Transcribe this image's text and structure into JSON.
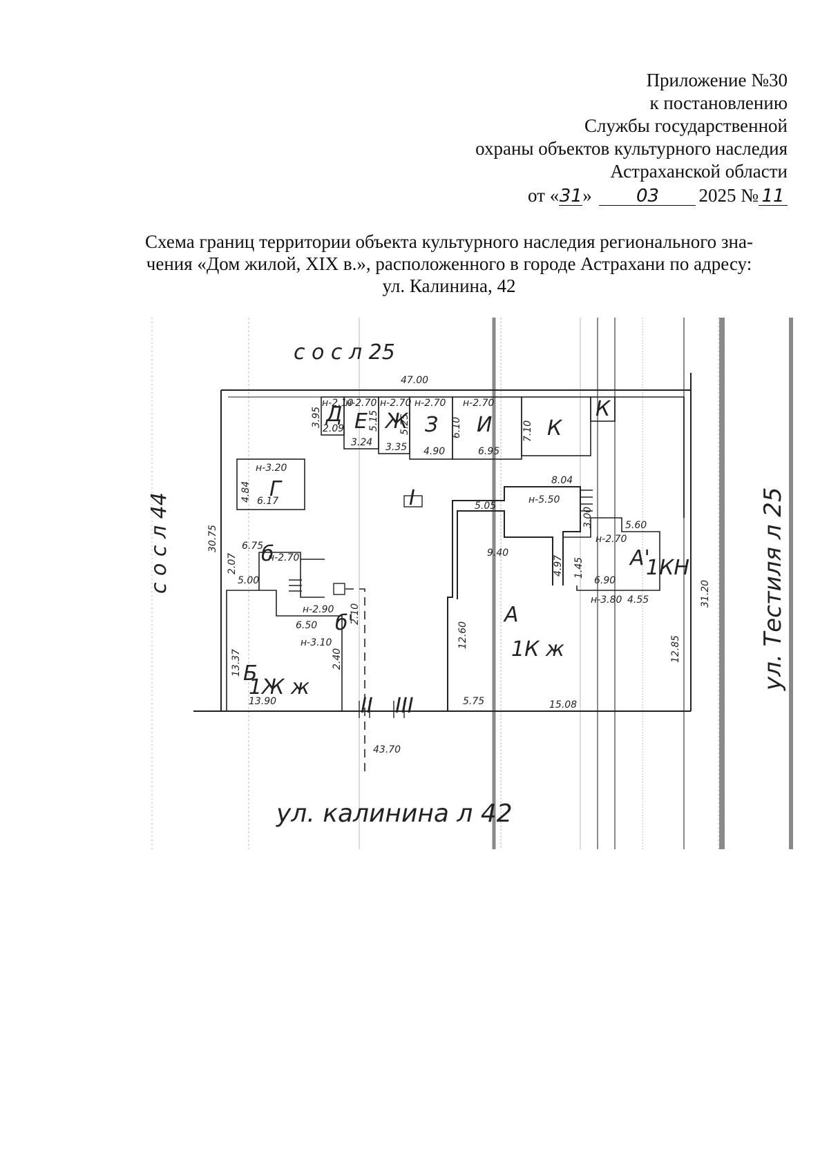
{
  "header": {
    "line1": "Приложение №30",
    "line2": "к постановлению",
    "line3": "Службы государственной",
    "line4": "охраны объектов культурного наследия",
    "line5": "Астраханской области",
    "date_prefix": "от «",
    "date_day": "31",
    "date_mid": "»",
    "date_month": "03",
    "date_year": "2025 №",
    "date_number": "11"
  },
  "title": {
    "line1": "Схема границ территории объекта культурного наследия регионального зна-",
    "line2": "чения «Дом жилой, XIX в.», расположенного в городе Астрахани по адресу:",
    "line3": "ул. Калинина, 42"
  },
  "scheme": {
    "top_neighbor": "с о с л 25",
    "left_neighbor": "с о с л 44",
    "bottom_street": "ул. калинина л 42",
    "right_street": "ул. Тестиля л 25",
    "dims": {
      "top_total": "47.00",
      "left_total": "30.75",
      "right_total": "31.20",
      "bottom_total": "43.70",
      "bottom_left": "13.90",
      "bottom_mid1": "5.75",
      "bottom_mid2": "15.08",
      "left_b": "13.37",
      "mid_b": "2.40",
      "room_a_height": "12.60",
      "right_a": "12.85",
      "court": "9.40",
      "a_top": "5.05",
      "a_step": "8.04",
      "a_h": "н-5.50",
      "a1_w": "5.60",
      "a1_w2": "6.90",
      "a1_h": "н-3.80",
      "a1_side": "4.55",
      "a1_in": "н-2.70",
      "a_side": "4.97",
      "g_top": "н-3.20",
      "g_w": "6.17",
      "g_side": "4.84",
      "b1_top": "6.75",
      "b1_h": "н-2.70",
      "b1_w": "5.00",
      "b1_side": "2.07",
      "b_step": "н-2.90",
      "b_w": "6.50",
      "b_h": "н-3.10",
      "top_d": "н-2.10",
      "top_e": "н-2.70",
      "top_zh": "н-2.70",
      "top_z": "н-2.70",
      "top_i": "н-2.70",
      "d_w": "2.09",
      "d_side": "3.95",
      "e_w": "3.24",
      "e_side": "5.15",
      "zh_w": "3.35",
      "zh_side": "5.25",
      "z_w": "4.90",
      "z_side": "6.10",
      "i_w": "6.95",
      "i_side": "7.10",
      "small_2": "2.10",
      "k_side": "3.00",
      "k_side2": "1.45"
    },
    "rooms": {
      "a": "А",
      "a_note": "1К ж",
      "a1": "А'",
      "a1_note": "1КН",
      "b": "Б",
      "b_note": "1Ж ж",
      "b1": "б",
      "b2": "б'",
      "g": "Г",
      "d": "Д",
      "e": "Е",
      "zh": "Ж",
      "z": "З",
      "i": "И",
      "k": "К",
      "k_small": "К",
      "r1": "I",
      "r2": "II",
      "r3": "III"
    }
  }
}
